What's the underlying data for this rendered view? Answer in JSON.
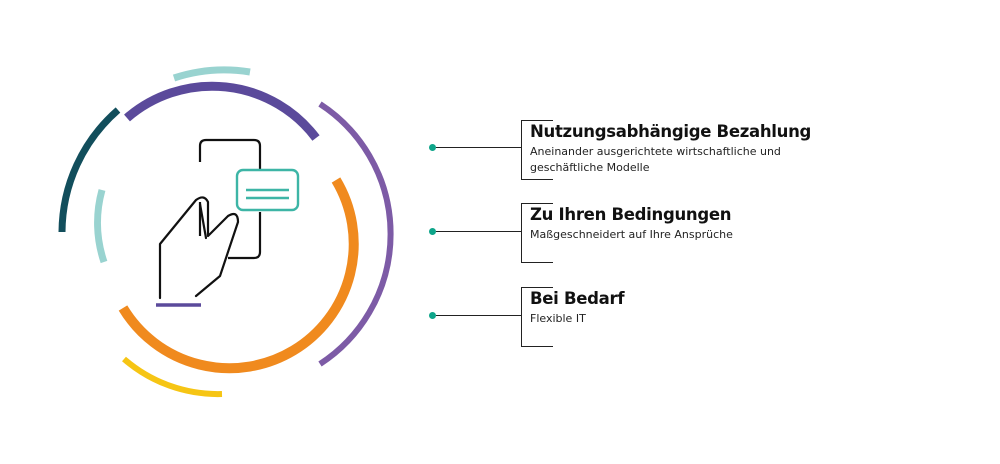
{
  "features": [
    {
      "title": "Nutzungsabhängige Bezahlung",
      "description": "Aneinander ausgerichtete wirtschaftliche und geschäftliche Modelle"
    },
    {
      "title": "Zu Ihren Bedingungen",
      "description": "Maßgeschneidert auf Ihre Ansprüche"
    },
    {
      "title": "Bei Bedarf",
      "description": "Flexible IT"
    }
  ],
  "colors": {
    "teal_dark": "#124e5c",
    "teal_light": "#99d3d0",
    "purple": "#5b4a9b",
    "violet": "#7d5ba6",
    "orange": "#f08a1e",
    "yellow": "#f6c514",
    "icon_teal": "#3db5a6",
    "bullet_green": "#0ea58a",
    "line": "#222222"
  },
  "icons": [
    "hand-holding-phone-icon",
    "credit-card-icon"
  ]
}
